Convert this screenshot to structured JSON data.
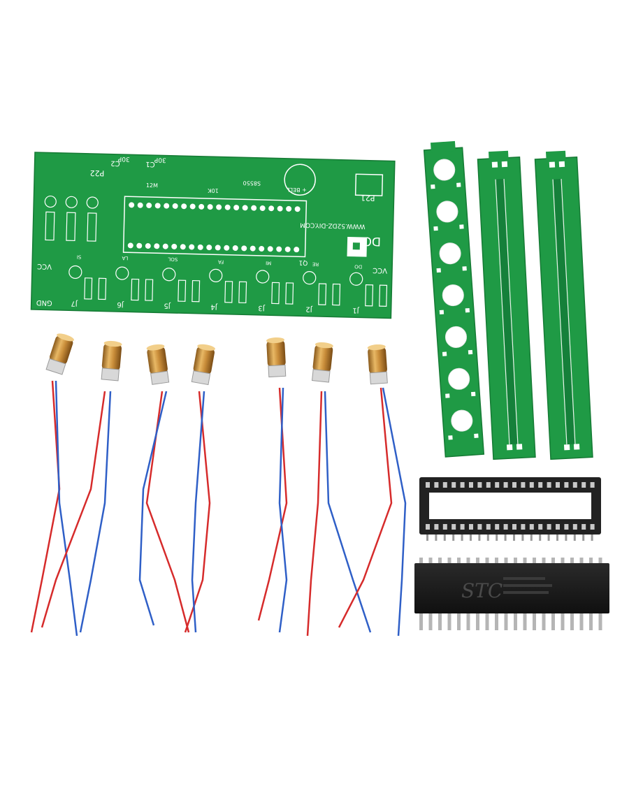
{
  "product_photo": {
    "alt": "DIY laser harp kit components",
    "background_color": "#ffffff",
    "pcb_color": "#1f9a45",
    "silkscreen_color": "#ffffff",
    "main_board": {
      "refs": {
        "dc": "DC",
        "vcc_right": "VCC",
        "vcc_left": "VCC",
        "gnd": "GND",
        "p21": "P21",
        "p22": "P22",
        "c1": "C1",
        "c2": "C2",
        "cap_30p_a": "30P",
        "cap_30p_b": "30P",
        "xtal": "12M",
        "transistor": "S8550",
        "q1": "Q1",
        "res_10k": "10K",
        "bell": "+ BELL",
        "website": "WWW.52DZ-DIY.COM",
        "pins": [
          "DO",
          "RE",
          "MI",
          "FA",
          "SOL",
          "LA",
          "SI"
        ],
        "jacks": [
          "J1",
          "J2",
          "J3",
          "J4",
          "J5",
          "J6",
          "J7"
        ]
      }
    },
    "chip": {
      "brand": "STC"
    },
    "laser_module_count": 7
  }
}
